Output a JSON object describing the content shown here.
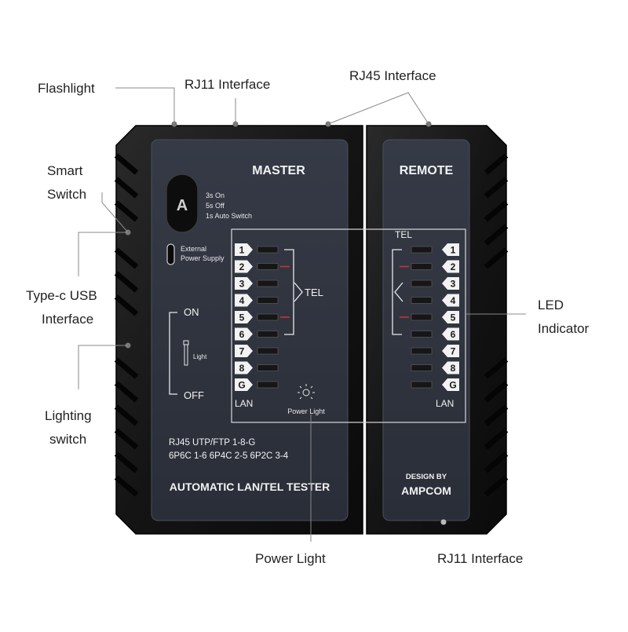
{
  "callouts": {
    "flashlight": "Flashlight",
    "rj11_top": "RJ11  Interface",
    "rj45": "RJ45 Interface",
    "smart_switch_1": "Smart",
    "smart_switch_2": "Switch",
    "typec_1": "Type-c USB",
    "typec_2": "Interface",
    "lighting_1": "Lighting",
    "lighting_2": "switch",
    "led_1": "LED",
    "led_2": "Indicator",
    "power_light": "Power  Light",
    "rj11_bottom": "RJ11 Interface"
  },
  "master": {
    "title": "MASTER",
    "switch_logo": "A",
    "switch_modes": [
      "3s On",
      "5s Off",
      "1s Auto Switch"
    ],
    "external_power_1": "External",
    "external_power_2": "Power Supply",
    "on_label": "ON",
    "off_label": "OFF",
    "light_label": "Light",
    "tel_label": "TEL",
    "lan_label": "LAN",
    "power_light_label": "Power Light",
    "pins": [
      "1",
      "2",
      "3",
      "4",
      "5",
      "6",
      "7",
      "8",
      "G"
    ],
    "spec_line_1": "RJ45 UTP/FTP 1-8-G",
    "spec_line_2": "6P6C 1-6  6P4C 2-5  6P2C 3-4",
    "footer_title": "AUTOMATIC LAN/TEL TESTER"
  },
  "remote": {
    "title": "REMOTE",
    "tel_label": "TEL",
    "lan_label": "LAN",
    "pins": [
      "1",
      "2",
      "3",
      "4",
      "5",
      "6",
      "7",
      "8",
      "G"
    ],
    "design_by": "DESIGN BY",
    "brand": "AMPCOM"
  },
  "colors": {
    "panel": "#2f3440",
    "housing": "#151515",
    "led_red": "#d0342c",
    "panel_text": "#f2f2f2"
  }
}
